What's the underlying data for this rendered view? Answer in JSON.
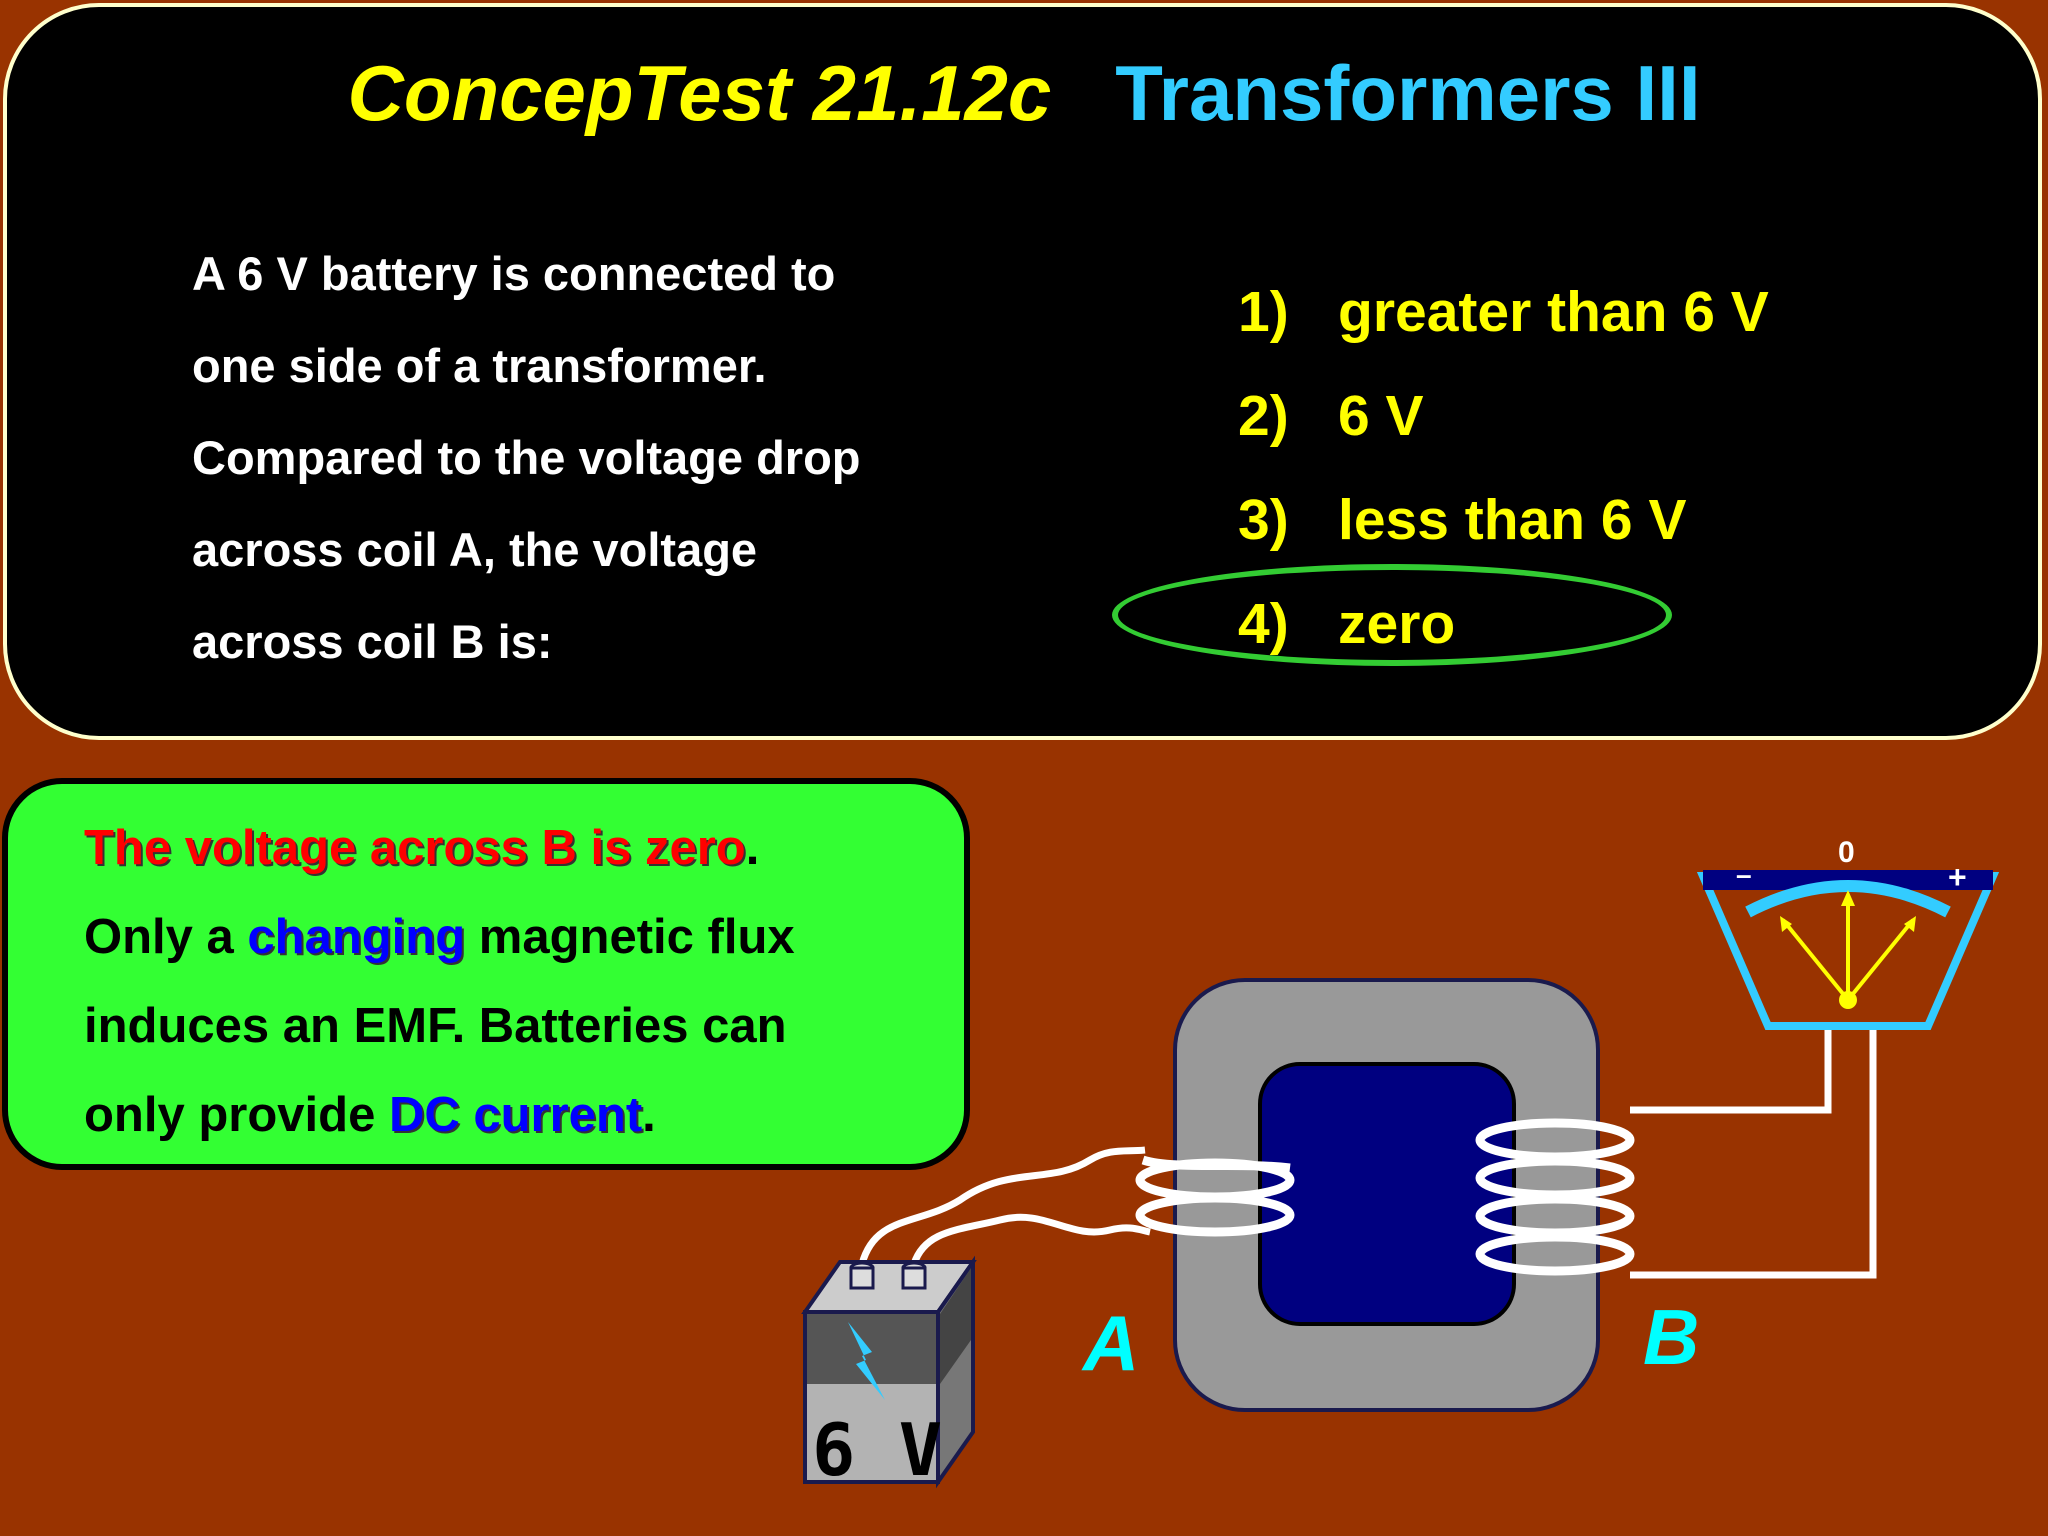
{
  "title": {
    "code": "ConcepTest 21.12c",
    "name": "Transformers III"
  },
  "question": {
    "lines": [
      "A 6 V battery is connected to",
      "one side of a transformer.",
      "Compared to the voltage drop",
      "across coil A, the voltage",
      "across coil B is:"
    ]
  },
  "options": [
    {
      "num": "1)",
      "text": "greater than 6 V"
    },
    {
      "num": "2)",
      "text": "6 V"
    },
    {
      "num": "3)",
      "text": "less than 6 V"
    },
    {
      "num": "4)",
      "text": "zero"
    }
  ],
  "correct_option_index": 3,
  "explanation": {
    "line1_red": "The voltage across B is zero",
    "line1_end": ".",
    "line2_start": "Only a ",
    "line2_blue": "changing",
    "line2_end": " magnetic flux",
    "line3": "induces an EMF.  Batteries can",
    "line4_start": "only provide ",
    "line4_blue": "DC current",
    "line4_end": "."
  },
  "diagram": {
    "coil_a_label": "A",
    "coil_b_label": "B",
    "battery_label": "6 V",
    "meter": {
      "minus": "–",
      "zero": "0",
      "plus": "+"
    }
  },
  "colors": {
    "background": "#993300",
    "title_code": "#ffff00",
    "title_name": "#33ccff",
    "options": "#ffff00",
    "answer_ring": "#33cc33",
    "explanation_box": "#33ff33",
    "highlight_red": "#ff0000",
    "highlight_blue": "#0000ff",
    "core_outer": "#999999",
    "core_inner": "#000080",
    "meter": "#33ccff"
  }
}
